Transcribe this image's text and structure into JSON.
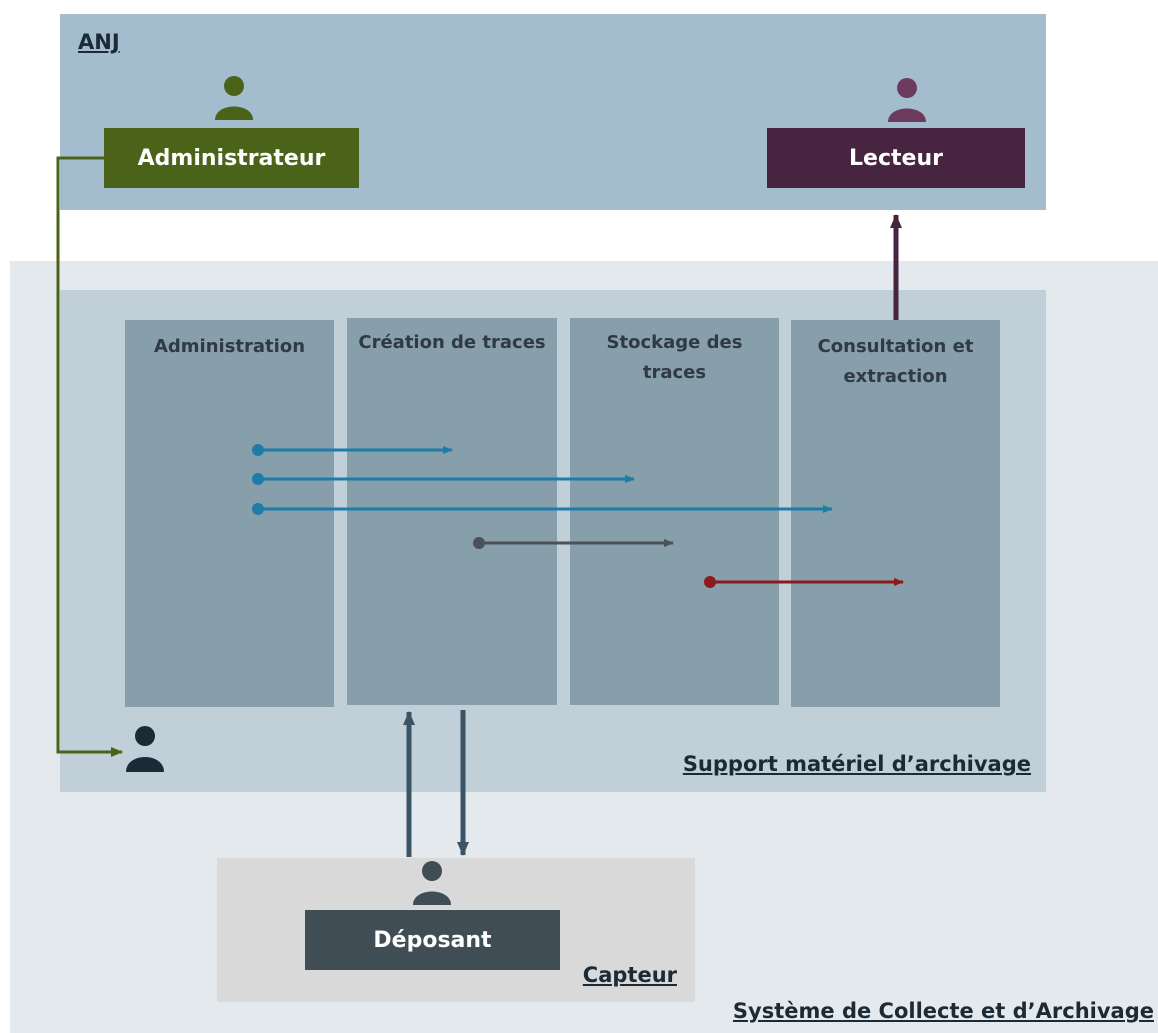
{
  "regions": {
    "anj": "ANJ",
    "systeme": "Système de Collecte et d’Archivage",
    "support": "Support matériel d’archivage",
    "capteur": "Capteur"
  },
  "roles": {
    "administrateur": "Administrateur",
    "lecteur": "Lecteur",
    "deposant": "Déposant"
  },
  "columns": [
    "Administration",
    "Création de traces",
    "Stockage des traces",
    "Consultation et extraction"
  ],
  "colors": {
    "administrateur": "#4b6319",
    "lecteur": "#472540",
    "deposant": "#404d55",
    "flow_blue": "#1d7ca8",
    "flow_gray": "#4a5258",
    "flow_red": "#8b1a1a",
    "support_user": "#1b2a36"
  },
  "icons": {
    "user": "person-icon"
  }
}
